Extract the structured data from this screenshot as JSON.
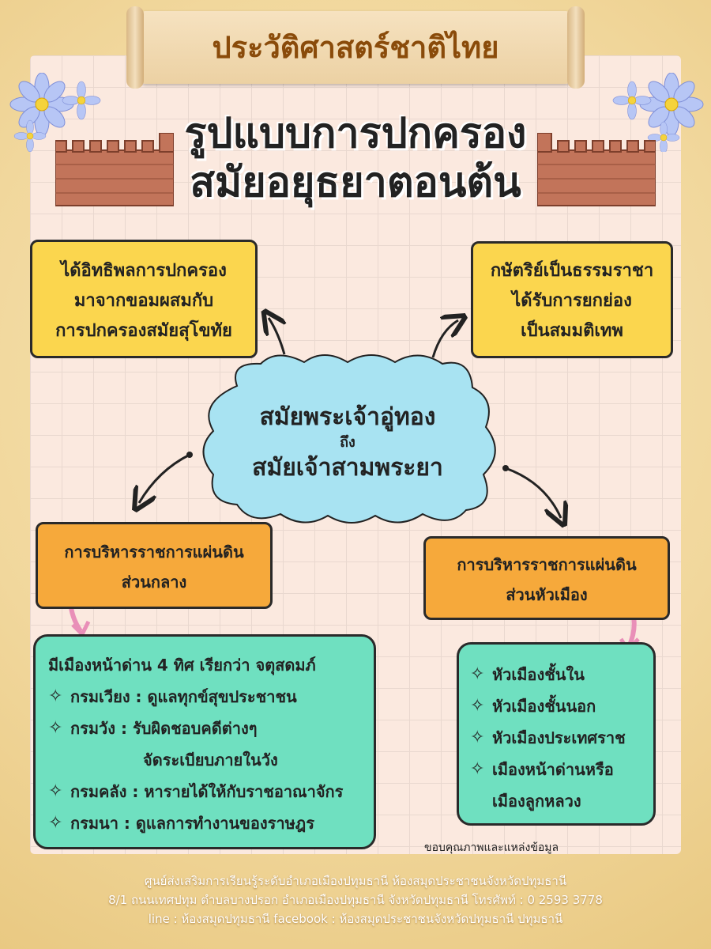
{
  "header": {
    "title": "ประวัติศาสตร์ชาติไทย"
  },
  "main_title": {
    "line1": "รูปแบบการปกครอง",
    "line2": "สมัยอยุธยาตอนต้น"
  },
  "center": {
    "line1": "สมัยพระเจ้าอู่ทอง",
    "line2": "ถึง",
    "line3": "สมัยเจ้าสามพระยา"
  },
  "top_left": {
    "lines": [
      "ได้อิทธิพลการปกครอง",
      "มาจากขอมผสมกับ",
      "การปกครองสมัยสุโขทัย"
    ]
  },
  "top_right": {
    "lines": [
      "กษัตริย์เป็นธรรมราชา",
      "ได้รับการยกย่อง",
      "เป็นสมมติเทพ"
    ]
  },
  "central_admin": {
    "lines": [
      "การบริหารราชการแผ่นดิน",
      "ส่วนกลาง"
    ]
  },
  "provincial_admin": {
    "lines": [
      "การบริหารราชการแผ่นดิน",
      "ส่วนหัวเมือง"
    ]
  },
  "central_detail": {
    "intro": "มีเมืองหน้าด่าน 4 ทิศ เรียกว่า จตุสดมภ์",
    "items": [
      "กรมเวียง : ดูแลทุกข์สุขประชาชน",
      "กรมวัง : รับผิดชอบคดีต่างๆ",
      "กรมคลัง : หารายได้ให้กับราชอาณาจักร",
      "กรมนา : ดูแลการทำงานของราษฎร"
    ],
    "wang_cont": "จัดระเบียบภายในวัง"
  },
  "provincial_detail": {
    "items": [
      "หัวเมืองชั้นใน",
      "หัวเมืองชั้นนอก",
      "หัวเมืองประเทศราช",
      "เมืองหน้าด่านหรือ"
    ],
    "last_cont": "เมืองลูกหลวง"
  },
  "credit": "ขอบคุณภาพและแหล่งข้อมูล",
  "footer": {
    "line1": "ศูนย์ส่งเสริมการเรียนรู้ระดับอำเภอเมืองปทุมธานี ห้องสมุดประชาชนจังหวัดปทุมธานี",
    "line2": "8/1 ถนนเทศปทุม ตำบลบางปรอก อำเภอเมืองปทุมธานี จังหวัดปทุมธานี โทรศัพท์ : 0 2593 3778",
    "line3": "line : ห้องสมุดปทุมธานี facebook : ห้องสมุดประชาชนจังหวัดปทุมธานี ปทุมธานี"
  },
  "colors": {
    "yellow": "#fbd64e",
    "orange": "#f6a93b",
    "mint": "#6fe0c0",
    "cloud": "#a8e3f2",
    "title_brown": "#8a4b0a"
  },
  "icons": [
    "flower-icon",
    "brick-wall-icon",
    "arrow-icon",
    "pink-arrow-icon",
    "sparkle-bullet-icon"
  ]
}
